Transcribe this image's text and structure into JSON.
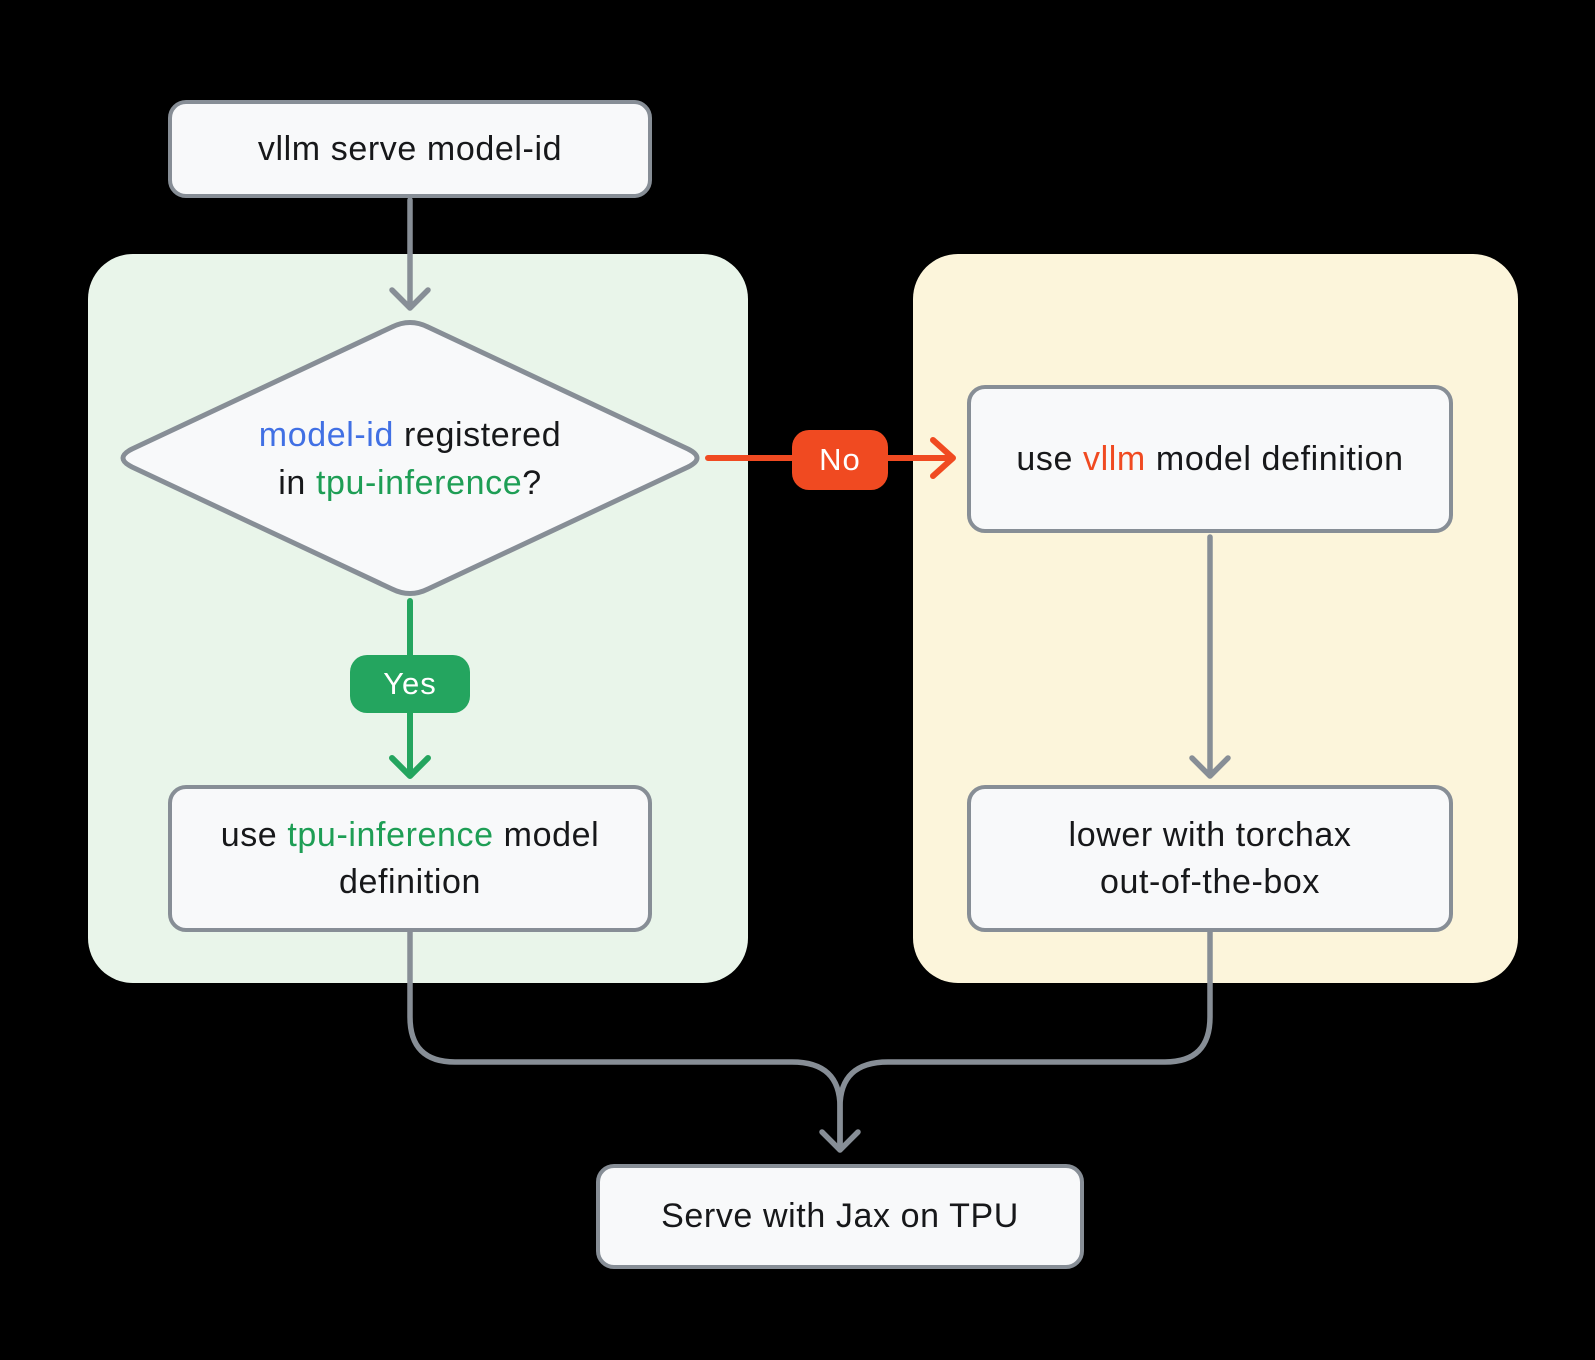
{
  "colors": {
    "background": "#000000",
    "panel-green": "#E9F5EA",
    "panel-yellow": "#FCF5DB",
    "node-fill": "#F8F9FA",
    "node-border": "#878E96",
    "text-dark": "#17181A",
    "accent-blue": "#4170E4",
    "accent-green": "#1E9E55",
    "badge-green": "#24A55F",
    "accent-red": "#F04A21",
    "arrow-gray": "#878E96"
  },
  "nodes": {
    "start": {
      "label": "vllm serve model-id"
    },
    "decision": {
      "line1_accent": "model-id",
      "line1_rest": " registered",
      "line2_pre": "in ",
      "line2_accent": "tpu-inference",
      "line2_post": "?"
    },
    "use_tpu_inference": {
      "pre": "use ",
      "accent": "tpu-inference",
      "post": " model",
      "line2": "definition"
    },
    "use_vllm": {
      "pre": "use ",
      "accent": "vllm",
      "post": " model definition"
    },
    "lower_torchax": {
      "line1": "lower with torchax",
      "line2": "out-of-the-box"
    },
    "serve": {
      "label": "Serve with Jax on TPU"
    }
  },
  "edges": {
    "yes": {
      "label": "Yes"
    },
    "no": {
      "label": "No"
    }
  }
}
